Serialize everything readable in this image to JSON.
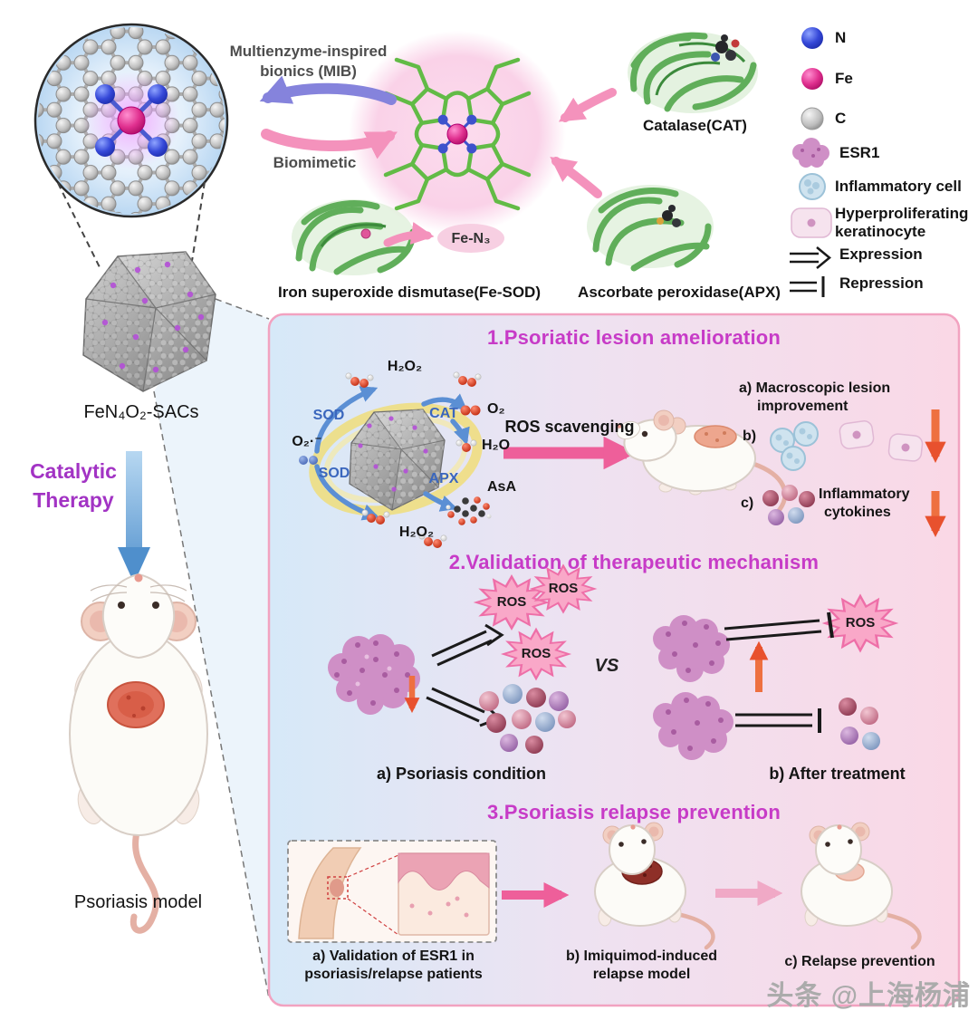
{
  "left_column": {
    "sacs_label": "FeN₄O₂-SACs",
    "therapy_line1": "Catalytic",
    "therapy_line2": "Therapy",
    "model_label": "Psoriasis model"
  },
  "top": {
    "mib_line1": "Multienzyme-inspired",
    "mib_line2": "bionics (MIB)",
    "biomimetic": "Biomimetic",
    "cat_label": "Catalase(CAT)",
    "fesod_label": "Iron superoxide dismutase(Fe-SOD)",
    "fen3": "Fe-N₃",
    "apx_label": "Ascorbate peroxidase(APX)"
  },
  "legend": {
    "n": "N",
    "fe": "Fe",
    "c": "C",
    "esr1": "ESR1",
    "inflammatory_cell": "Inflammatory cell",
    "keratinocyte_line1": "Hyperproliferating",
    "keratinocyte_line2": "keratinocyte",
    "expression": "Expression",
    "repression": "Repression"
  },
  "section1": {
    "title": "1.Psoriatic lesion amelioration",
    "h2o2": "H₂O₂",
    "sod": "SOD",
    "cat": "CAT",
    "apx": "APX",
    "superoxide": "O₂·⁻",
    "o2": "O₂",
    "h2o": "H₂O",
    "asa": "AsA",
    "ros_scavenging": "ROS scavenging",
    "item_a_line1": "a) Macroscopic lesion",
    "item_a_line2": "improvement",
    "item_b": "b)",
    "item_c": "c)",
    "cytokines_line1": "Inflammatory",
    "cytokines_line2": "cytokines"
  },
  "section2": {
    "title": "2.Validation of therapeutic mechanism",
    "ros": "ROS",
    "vs": "VS",
    "item_a": "a) Psoriasis condition",
    "item_b": "b) After treatment"
  },
  "section3": {
    "title": "3.Psoriasis relapse prevention",
    "item_a_line1": "a) Validation of ESR1 in",
    "item_a_line2": "psoriasis/relapse patients",
    "item_b_line1": "b) Imiquimod-induced",
    "item_b_line2": "relapse model",
    "item_c": "c) Relapse prevention"
  },
  "watermark": "头条 @上海杨浦",
  "colors": {
    "section_title": "#c73bc7",
    "therapy_purple": "#a233c4",
    "enzyme_blue": "#3a66bd",
    "arrow_pink": "#ee5f9a",
    "arrow_purple": "#8583dc",
    "arrow_orange": "#ee7040",
    "protein_green": "#55a94f",
    "panel_blue": "#d6e9f8",
    "panel_pink": "#fad8e6"
  }
}
